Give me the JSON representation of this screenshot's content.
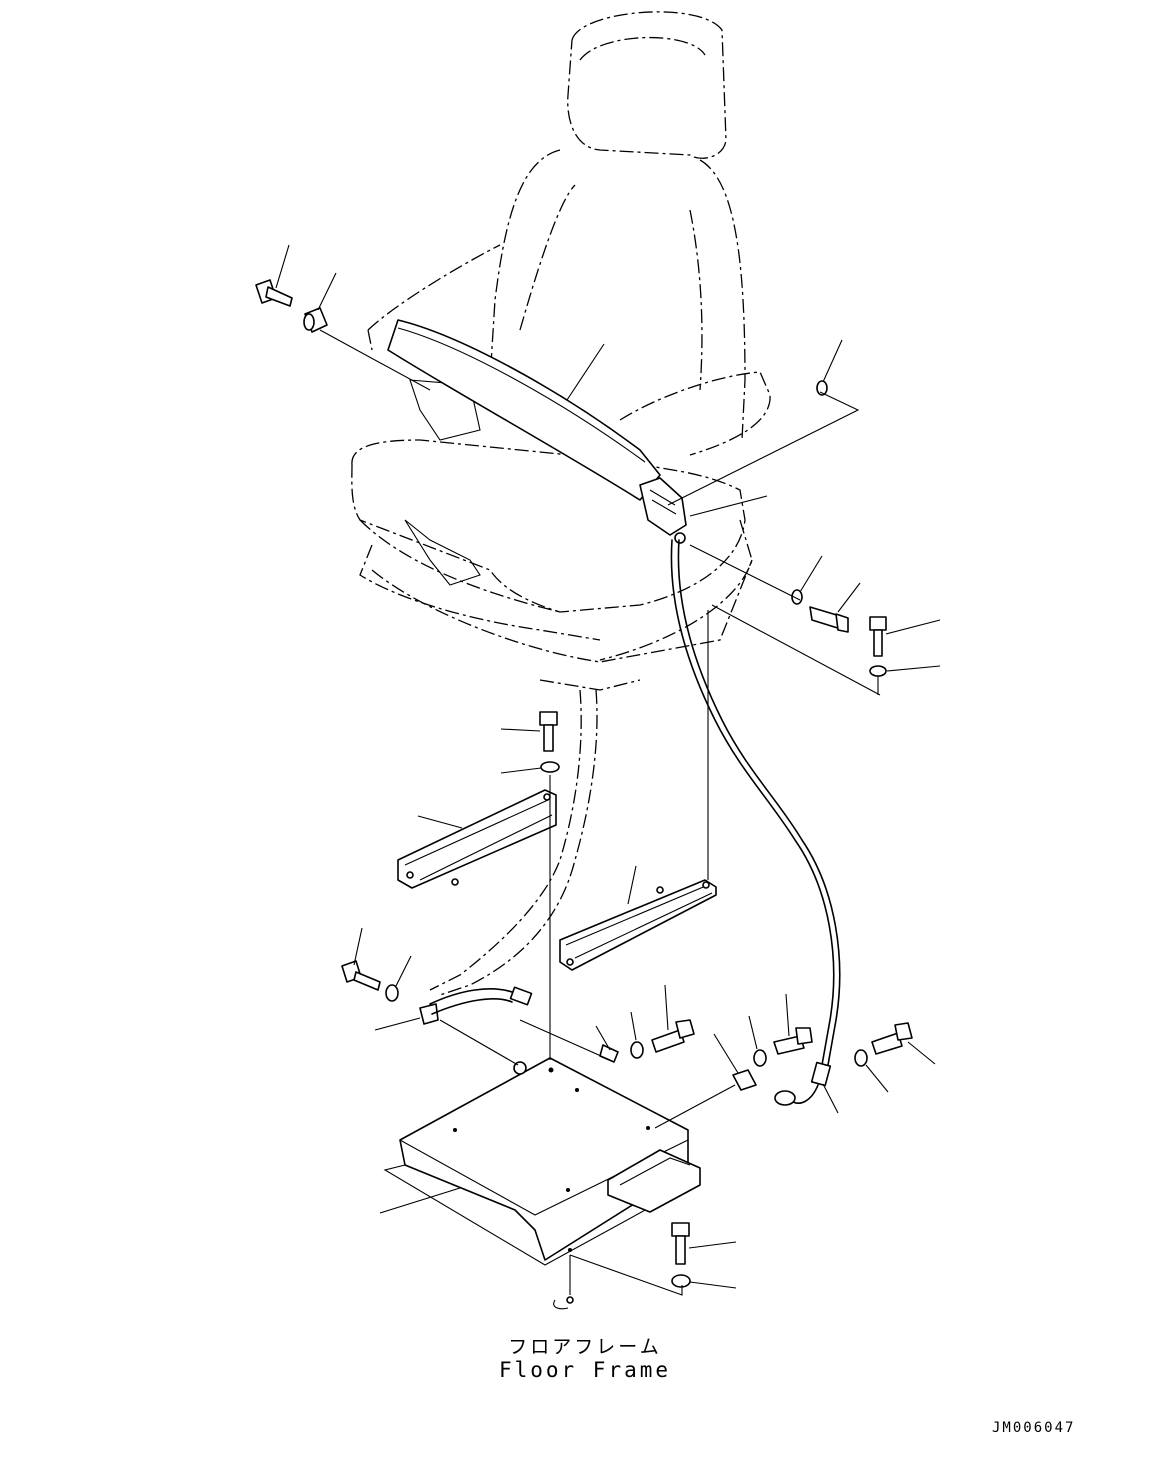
{
  "labels": {
    "floor_frame_jp": "フロアフレーム",
    "floor_frame_en": "Floor Frame",
    "drawing_number": "JM006047"
  },
  "colors": {
    "ink": "#000000",
    "paper": "#ffffff"
  }
}
